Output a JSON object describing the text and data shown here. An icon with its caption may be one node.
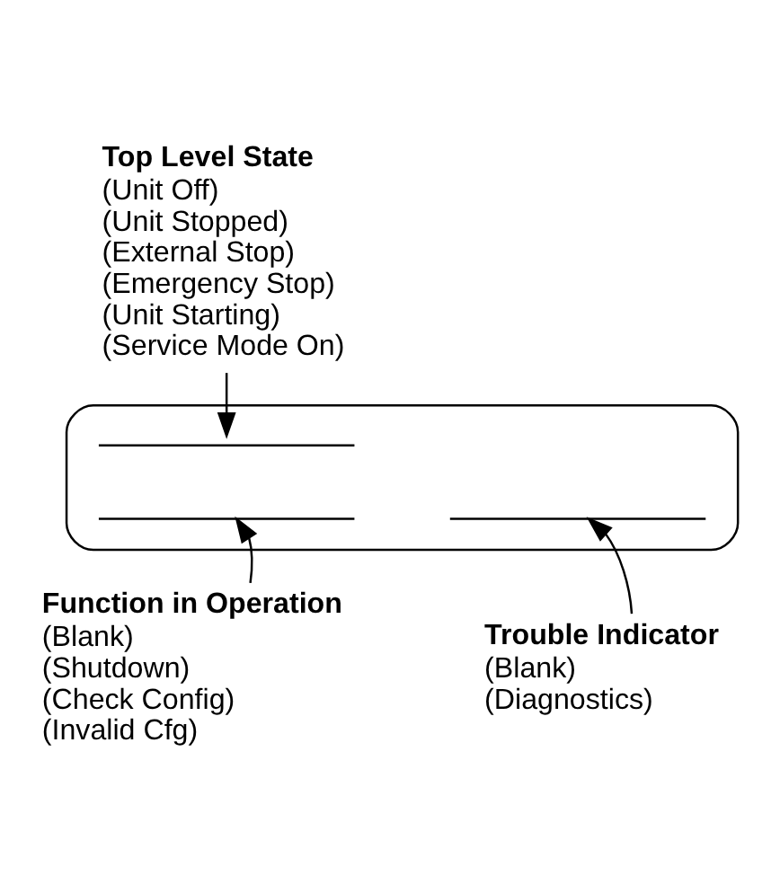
{
  "diagram": {
    "nodes": [
      {
        "text": [
          "Top Level State",
          "(Unit Off)",
          "(Unit Stopped)",
          "(External Stop)",
          "(Emergency Stop)",
          "(Unit Starting)",
          "(Service Mode On)"
        ]
      },
      {
        "text": [],
        "shape": "box"
      },
      {
        "text": [],
        "shape": "line",
        "in": 1
      },
      {
        "text": [],
        "shape": "line",
        "in": 1
      },
      {
        "text": [],
        "shape": "line",
        "in": 1
      },
      {
        "text": [
          "Function in Operation",
          "(Blank)",
          "(Shutdown)",
          "(Check Config)",
          "(Invalid Cfg)"
        ]
      },
      {
        "text": [
          "Trouble Indicator",
          "(Blank)",
          "(Diagnostics)"
        ]
      }
    ],
    "edges": [
      {
        "from": 0,
        "to": 2,
        "arrow": "to"
      },
      {
        "from": 5,
        "to": 3,
        "arrow": "to"
      },
      {
        "from": 6,
        "to": 4,
        "arrow": "to"
      }
    ]
  }
}
